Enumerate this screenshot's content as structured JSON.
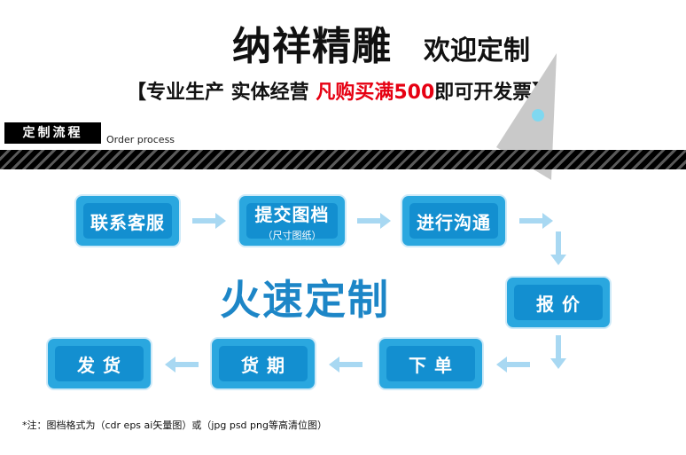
{
  "header": {
    "brand": "纳祥精雕",
    "welcome": "欢迎定制",
    "tagline_prefix": "【专业生产 实体经营 ",
    "tagline_highlight": "凡购买满500",
    "tagline_suffix": "即可开发票】"
  },
  "process": {
    "label": "定制流程",
    "label_en": "Order process"
  },
  "steps": {
    "s1": {
      "main": "联系客服"
    },
    "s2": {
      "main": "提交图档",
      "sub": "（尺寸图纸）"
    },
    "s3": {
      "main": "进行沟通"
    },
    "s4": {
      "main": "报  价"
    },
    "s5": {
      "main": "下  单"
    },
    "s6": {
      "main": "货  期"
    },
    "s7": {
      "main": "发  货"
    }
  },
  "slogan": "火速定制",
  "note": "*注：图档格式为（cdr   eps   ai矢量图）或（jpg   psd   png等高清位图）",
  "colors": {
    "step_outer": "#2aa7df",
    "step_inner": "#138fd0",
    "arrow": "#a8d8f2",
    "highlight": "#e60012",
    "slogan": "#1d86c7"
  }
}
